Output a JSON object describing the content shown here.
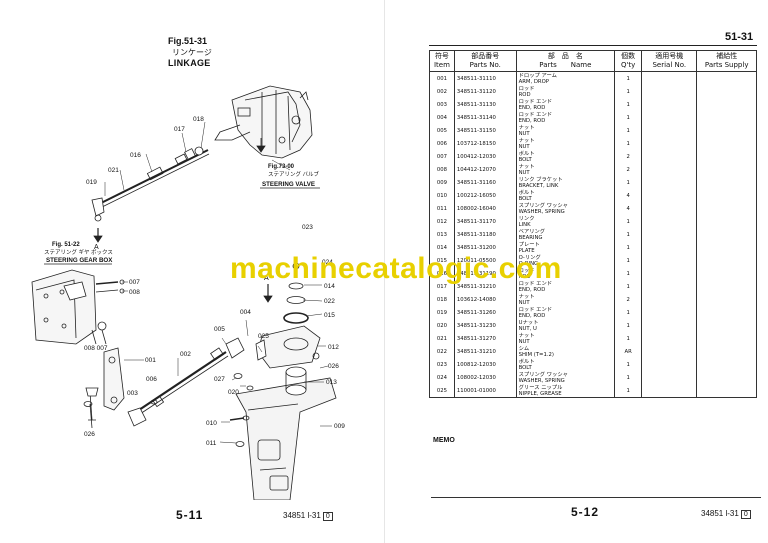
{
  "left_page": {
    "fig_no": "Fig.51-31",
    "title_jp": "リンケージ",
    "title_en": "LINKAGE",
    "page_no": "5-11",
    "page_code": "34851 l-31",
    "page_code_box": "0",
    "ref_steering_valve": {
      "fig": "Fig.73-00",
      "jp": "ステアリング バルブ",
      "en": "STEERING VALVE"
    },
    "ref_gear_box": {
      "fig": "Fig. 51-22",
      "jp": "ステアリング ギヤ ボックス",
      "en": "STEERING GEAR BOX"
    },
    "arrow_label": "A",
    "callouts": {
      "c001": "001",
      "c002": "002",
      "c003": "003",
      "c005": "005",
      "c006": "006",
      "c007": "007",
      "c008": "008",
      "c008_007": "008 007",
      "c009": "009",
      "c010": "010",
      "c011": "011",
      "c012": "012",
      "c013": "013",
      "c014": "014",
      "c015": "015",
      "c016": "016",
      "c017": "017",
      "c018": "018",
      "c019": "019",
      "c020": "020",
      "c021": "021",
      "c022": "022",
      "c023": "023",
      "c024": "024",
      "c025": "025",
      "c026a": "026",
      "c026b": "026",
      "c027": "027",
      "c004": "004"
    }
  },
  "right_page": {
    "section_no": "51-31",
    "headers": {
      "item_jp": "符号",
      "item_en": "Item",
      "pno_jp": "部品番号",
      "pno_en": "Parts No.",
      "parts_jp": "部　品　名",
      "parts_en": "Parts",
      "name_en": "Name",
      "qty_jp": "個数",
      "qty_en": "Q'ty",
      "serial_jp": "適用号機",
      "serial_en": "Serial No.",
      "supply_jp": "補給性",
      "supply_en": "Parts Supply"
    },
    "rows": [
      {
        "item": "001",
        "pno": "348511-31110",
        "jp": "ドロップ アーム",
        "en": "ARM, DROP",
        "qty": "1"
      },
      {
        "item": "002",
        "pno": "348511-31120",
        "jp": "ロッド",
        "en": "ROD",
        "qty": "1"
      },
      {
        "item": "003",
        "pno": "348511-31130",
        "jp": "ロッド エンド",
        "en": "END, ROD",
        "qty": "1"
      },
      {
        "item": "004",
        "pno": "348511-31140",
        "jp": "ロッド エンド",
        "en": "END, ROD",
        "qty": "1"
      },
      {
        "item": "005",
        "pno": "348511-31150",
        "jp": "ナット",
        "en": "NUT",
        "qty": "1"
      },
      {
        "item": "006",
        "pno": "103712-18150",
        "jp": "ナット",
        "en": "NUT",
        "qty": "1"
      },
      {
        "item": "007",
        "pno": "100412-12030",
        "jp": "ボルト",
        "en": "BOLT",
        "qty": "2"
      },
      {
        "item": "008",
        "pno": "104412-12070",
        "jp": "ナット",
        "en": "NUT",
        "qty": "2"
      },
      {
        "item": "009",
        "pno": "348511-31160",
        "jp": "リンク ブラケット",
        "en": "BRACKET, LINK",
        "qty": "1"
      },
      {
        "item": "010",
        "pno": "100212-16050",
        "jp": "ボルト",
        "en": "BOLT",
        "qty": "4"
      },
      {
        "item": "011",
        "pno": "108002-16040",
        "jp": "スプリング ワッシャ",
        "en": "WASHER, SPRING",
        "qty": "4"
      },
      {
        "item": "012",
        "pno": "348511-31170",
        "jp": "リンク",
        "en": "LINK",
        "qty": "1"
      },
      {
        "item": "013",
        "pno": "348511-31180",
        "jp": "ベアリング",
        "en": "BEARING",
        "qty": "1"
      },
      {
        "item": "014",
        "pno": "348511-31200",
        "jp": "プレート",
        "en": "PLATE",
        "qty": "1"
      },
      {
        "item": "015",
        "pno": "120011-05500",
        "jp": "O-リング",
        "en": "O-RING",
        "qty": "1"
      },
      {
        "item": "016",
        "pno": "348511-31190",
        "jp": "ロッド",
        "en": "ROD",
        "qty": "1"
      },
      {
        "item": "017",
        "pno": "348511-31210",
        "jp": "ロッド エンド",
        "en": "END, ROD",
        "qty": "1"
      },
      {
        "item": "018",
        "pno": "103612-14080",
        "jp": "ナット",
        "en": "NUT",
        "qty": "2"
      },
      {
        "item": "019",
        "pno": "348511-31260",
        "jp": "ロッド エンド",
        "en": "END, ROD",
        "qty": "1"
      },
      {
        "item": "020",
        "pno": "348511-31230",
        "jp": "Uナット",
        "en": "NUT, U",
        "qty": "1"
      },
      {
        "item": "021",
        "pno": "348511-31270",
        "jp": "ナット",
        "en": "NUT",
        "qty": "1"
      },
      {
        "item": "022",
        "pno": "348511-31210",
        "jp": "シム",
        "en": "SHIM (T=1.2)",
        "qty": "AR"
      },
      {
        "item": "023",
        "pno": "100812-12030",
        "jp": "ボルト",
        "en": "BOLT",
        "qty": "1"
      },
      {
        "item": "024",
        "pno": "108002-12030",
        "jp": "スプリング ワッシャ",
        "en": "WASHER, SPRING",
        "qty": "1"
      },
      {
        "item": "025",
        "pno": "110001-01000",
        "jp": "グリース ニップル",
        "en": "NIPPLE, GREASE",
        "qty": "1"
      }
    ],
    "memo": "MEMO",
    "page_no": "5-12",
    "page_code": "34851 l-31",
    "page_code_box": "0"
  },
  "watermark": "machinecatalogic.com"
}
